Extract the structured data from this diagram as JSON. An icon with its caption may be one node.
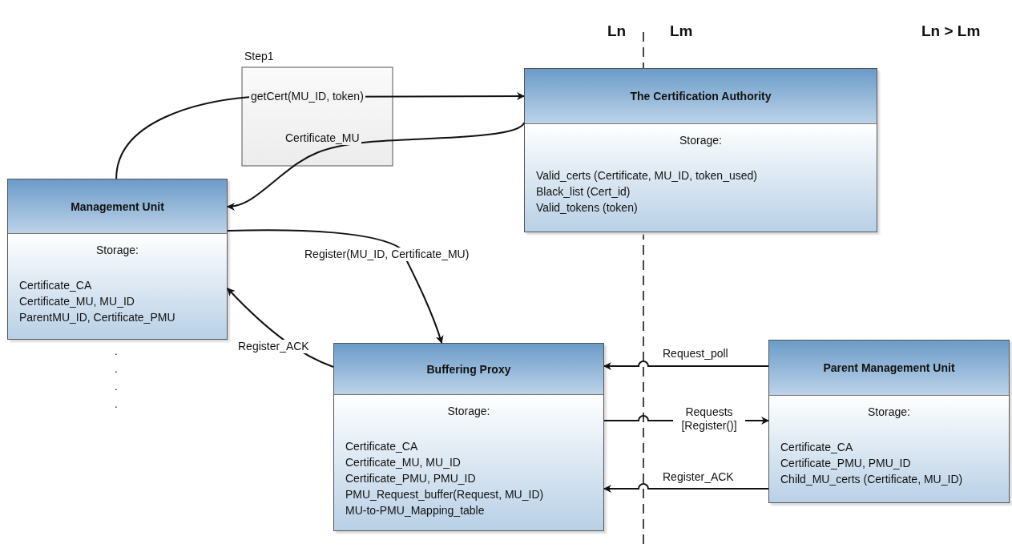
{
  "diagram": {
    "nodes": [
      {
        "text": [
          "The Certification Authority",
          "Storage:",
          "Valid_certs (Certificate, MU_ID, token_used)",
          "Black_list (Cert_id)",
          "Valid_tokens (token)"
        ]
      },
      {
        "text": [
          "Management Unit",
          "Storage:",
          "Certificate_CA",
          "Certificate_MU, MU_ID",
          "ParentMU_ID, Certificate_PMU"
        ]
      },
      {
        "text": [
          "Buffering Proxy",
          "Storage:",
          "Certificate_CA",
          "Certificate_MU, MU_ID",
          "Certificate_PMU, PMU_ID",
          "PMU_Request_buffer(Request, MU_ID)",
          "MU-to-PMU_Mapping_table"
        ]
      },
      {
        "text": [
          "Parent Management Unit",
          "Storage:",
          "Certificate_CA",
          "Certificate_PMU, PMU_ID",
          "Child_MU_certs (Certificate, MU_ID)"
        ]
      }
    ],
    "edges": [
      {
        "from": 1,
        "to": 0,
        "arrow": "to",
        "label": "getCert(MU_ID, token)"
      },
      {
        "from": 0,
        "to": 1,
        "arrow": "to",
        "label": "Certificate_MU"
      },
      {
        "from": 1,
        "to": 2,
        "arrow": "to",
        "label": "Register(MU_ID, Certificate_MU)"
      },
      {
        "from": 2,
        "to": 1,
        "arrow": "to",
        "label": "Register_ACK"
      },
      {
        "from": 3,
        "to": 2,
        "arrow": "to",
        "label": "Request_poll"
      },
      {
        "from": 2,
        "to": 3,
        "arrow": "to",
        "label": "Requests [Register()]"
      },
      {
        "from": 3,
        "to": 2,
        "arrow": "to",
        "label": "Register_ACK"
      }
    ],
    "labels": [
      "Ln",
      "Lm",
      "Ln > Lm",
      "Step1",
      ".",
      ".",
      ".",
      "."
    ]
  }
}
